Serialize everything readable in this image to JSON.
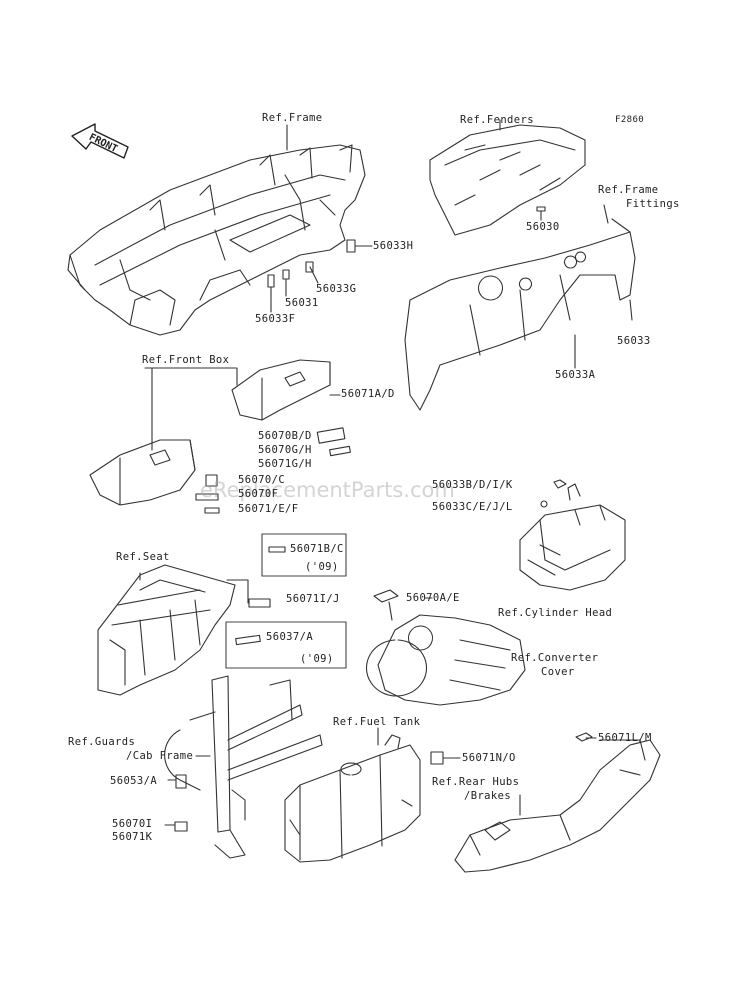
{
  "diagram": {
    "code": "F2860",
    "front_arrow": "FRONT",
    "watermark": "eReplacementParts.com",
    "labels": {
      "ref_frame": "Ref.Frame",
      "ref_fenders": "Ref.Fenders",
      "ref_frame_fittings_1": "Ref.Frame",
      "ref_frame_fittings_2": "Fittings",
      "p56033H": "56033H",
      "p56033G": "56033G",
      "p56031": "56031",
      "p56033F": "56033F",
      "p56030": "56030",
      "p56033": "56033",
      "p56033A": "56033A",
      "ref_front_box": "Ref.Front Box",
      "p56071AD": "56071A/D",
      "p56070BD": "56070B/D",
      "p56070GH": "56070G/H",
      "p56071GH": "56071G/H",
      "p56070C": "56070/C",
      "p56070F": "56070F",
      "p56071EF": "56071/E/F",
      "p56033BDIK": "56033B/D/I/K",
      "p56033CEJL": "56033C/E/J/L",
      "ref_seat": "Ref.Seat",
      "p56071BC": "56071B/C",
      "yr09a": "('09)",
      "p56071IJ": "56071I/J",
      "p56070AE": "56070A/E",
      "ref_cylinder_head": "Ref.Cylinder Head",
      "p56037A": "56037/A",
      "yr09b": "('09)",
      "ref_converter_1": "Ref.Converter",
      "ref_converter_2": "Cover",
      "ref_fuel_tank": "Ref.Fuel Tank",
      "ref_guards_1": "Ref.Guards",
      "ref_guards_2": "/Cab Frame",
      "p56071LM": "56071L/M",
      "p56071NO": "56071N/O",
      "ref_rear_hubs_1": "Ref.Rear Hubs",
      "ref_rear_hubs_2": "/Brakes",
      "p56053A": "56053/A",
      "p56070I": "56070I",
      "p56071K": "56071K"
    }
  }
}
